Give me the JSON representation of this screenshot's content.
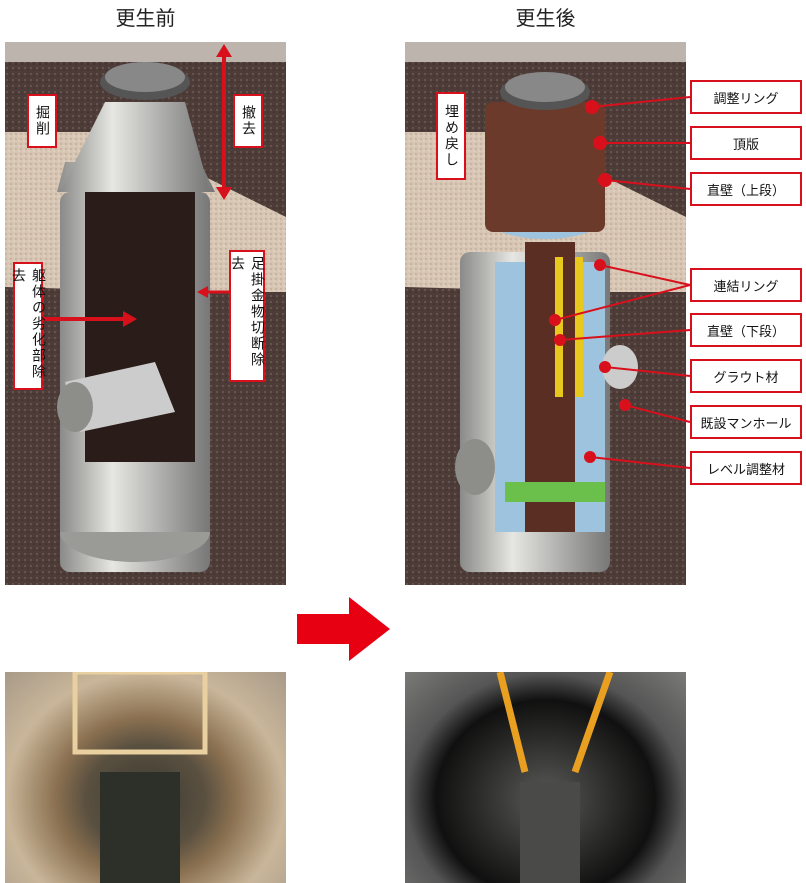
{
  "before": {
    "title": "更生前",
    "labels": {
      "excavation": "掘削",
      "removal": "撤去",
      "deteriorated_removal": "躯体の劣化部除去",
      "step_cut_removal": "足掛金物切断除去"
    }
  },
  "after": {
    "title": "更生後",
    "labels": {
      "backfill": "埋め戻し",
      "adjust_ring": "調整リング",
      "top_slab": "頂版",
      "upper_wall": "直壁（上段）",
      "connect_ring": "連結リング",
      "lower_wall": "直壁（下段）",
      "grout": "グラウト材",
      "existing_manhole": "既設マンホール",
      "level_adjust": "レベル調整材"
    }
  },
  "colors": {
    "accent": "#d8101c"
  }
}
